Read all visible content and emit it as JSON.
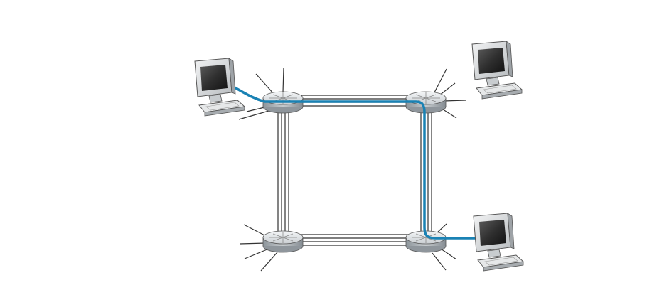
{
  "diagram": {
    "kind": "circuit-switched network",
    "nodes": [
      {
        "id": "host-top-left",
        "type": "host"
      },
      {
        "id": "host-top-right",
        "type": "host"
      },
      {
        "id": "host-bottom-right",
        "type": "host"
      },
      {
        "id": "switch-top-left",
        "type": "switch"
      },
      {
        "id": "switch-top-right",
        "type": "switch"
      },
      {
        "id": "switch-bottom-left",
        "type": "switch"
      },
      {
        "id": "switch-bottom-right",
        "type": "switch"
      }
    ],
    "links": [
      {
        "from": "switch-top-left",
        "to": "switch-top-right",
        "circuits": 4
      },
      {
        "from": "switch-top-left",
        "to": "switch-bottom-left",
        "circuits": 4
      },
      {
        "from": "switch-top-right",
        "to": "switch-bottom-right",
        "circuits": 4
      },
      {
        "from": "switch-bottom-left",
        "to": "switch-bottom-right",
        "circuits": 4
      }
    ],
    "highlighted_circuit": [
      "host-top-left",
      "switch-top-left",
      "switch-top-right",
      "switch-bottom-right",
      "host-bottom-right"
    ],
    "colors": {
      "circuit": "#1a82b4",
      "trunk": "#333333",
      "switch_top": "#e3e6e8",
      "switch_side": "#a9afb4",
      "monitor_screen": "#3a3a3a"
    }
  }
}
